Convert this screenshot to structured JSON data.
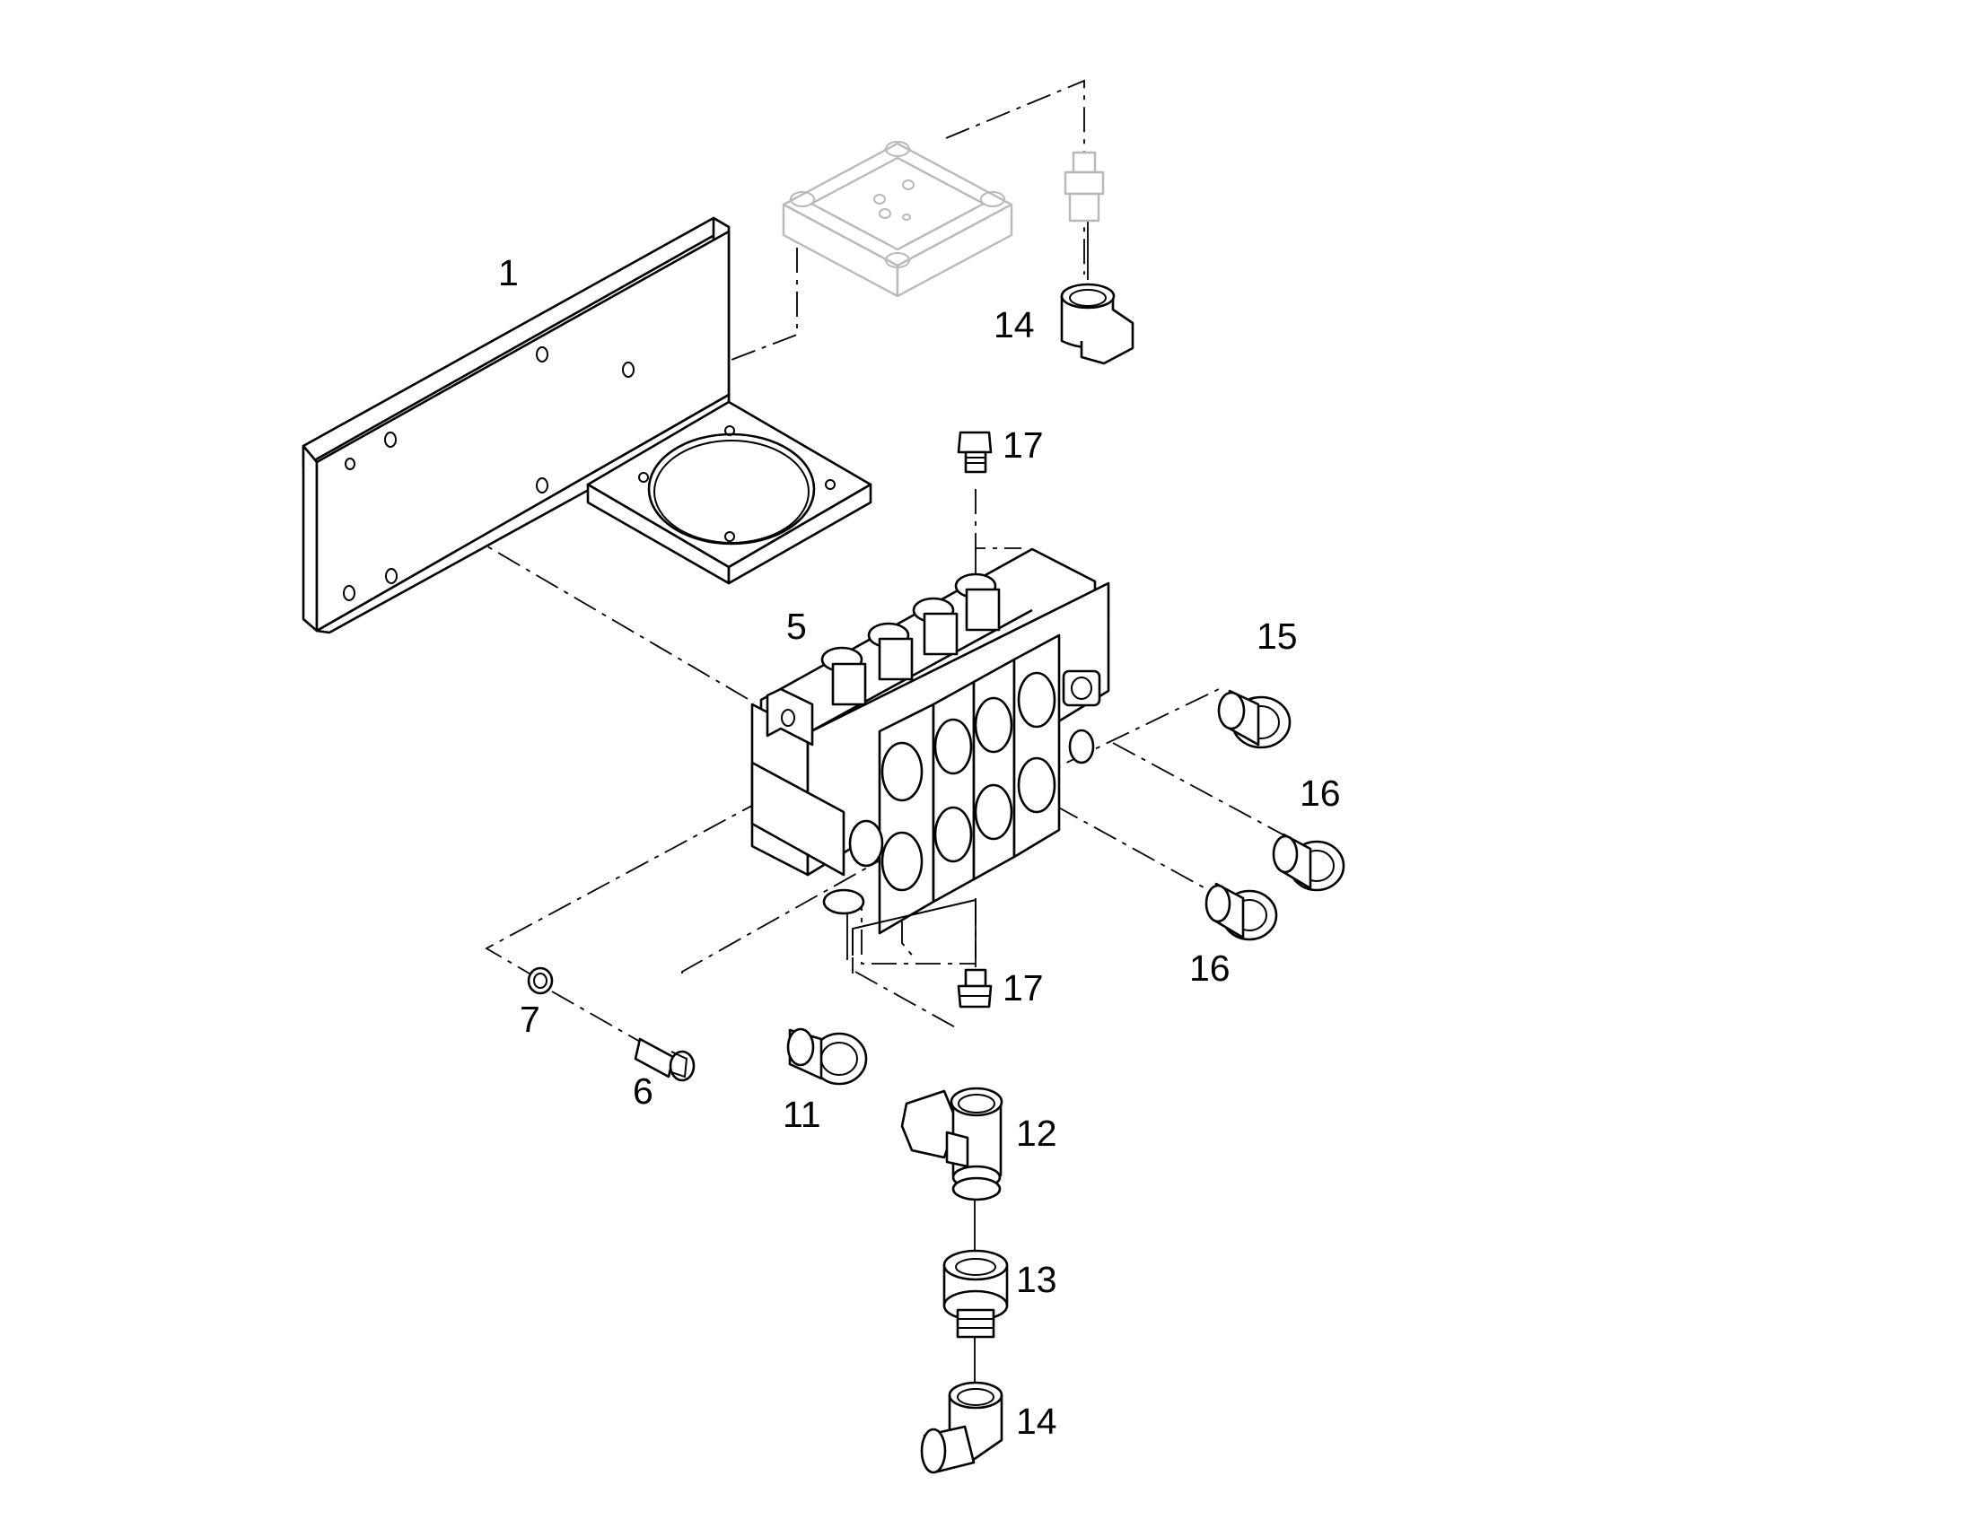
{
  "callouts": {
    "c1": "1",
    "c5": "5",
    "c6": "6",
    "c7": "7",
    "c11": "11",
    "c12": "12",
    "c13": "13",
    "c14_top": "14",
    "c14_bottom": "14",
    "c15": "15",
    "c16_upper": "16",
    "c16_lower": "16",
    "c17_top": "17",
    "c17_bottom": "17"
  }
}
